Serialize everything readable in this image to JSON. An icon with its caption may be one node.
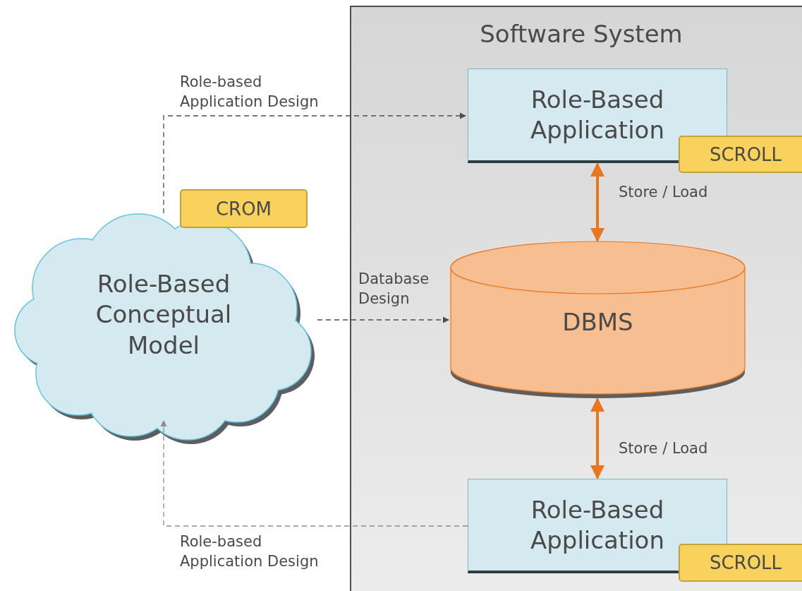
{
  "diagram": {
    "nodes": [
      {
        "text": [
          "Software System"
        ]
      },
      {
        "text": [
          "Role-Based Application"
        ],
        "in": 0
      },
      {
        "text": [
          "SCROLL"
        ],
        "in": 0
      },
      {
        "text": [
          "DBMS"
        ],
        "in": 0
      },
      {
        "text": [
          "Role-Based Application"
        ],
        "in": 0
      },
      {
        "text": [
          "SCROLL"
        ],
        "in": 0
      },
      {
        "text": [
          "Role-Based Conceptual Model"
        ]
      },
      {
        "text": [
          "CROM"
        ]
      }
    ],
    "edges": [
      {
        "from": 6,
        "to": 1,
        "arrow": "to",
        "label": "Role-based Application Design",
        "style": "dashed"
      },
      {
        "from": 6,
        "to": 3,
        "arrow": "to",
        "label": "Database Design",
        "style": "dashed"
      },
      {
        "from": 4,
        "to": 6,
        "arrow": "to",
        "label": "Role-based Application Design",
        "style": "dashed",
        "color": "#8c8c8c"
      },
      {
        "from": 1,
        "to": 3,
        "arrow": "both",
        "label": "Store / Load",
        "style": "thick",
        "color": "#e8761e"
      },
      {
        "from": 3,
        "to": 4,
        "arrow": "both",
        "label": "Store / Load",
        "style": "thick",
        "color": "#e8761e"
      }
    ]
  }
}
